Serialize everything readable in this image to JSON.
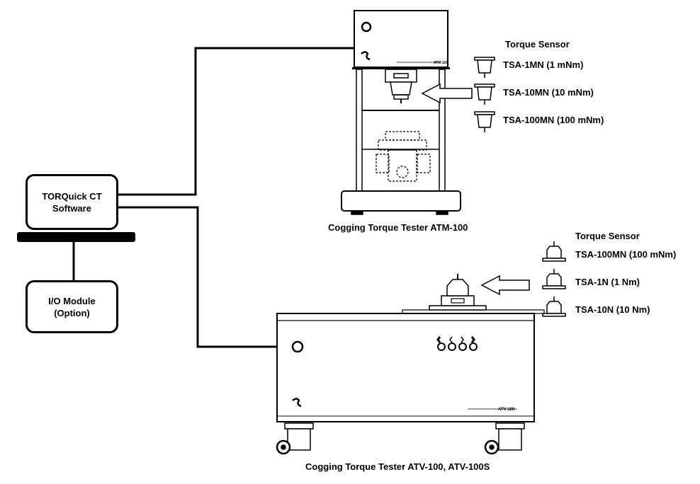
{
  "software": {
    "line1": "TORQuick CT",
    "line2": "Software"
  },
  "io_module": {
    "line1": "I/O Module",
    "line2": "(Option)"
  },
  "atm": {
    "caption": "Cogging Torque Tester ATM-100",
    "panel_text": "ATM-100",
    "sensor_title": "Torque Sensor",
    "sensors": [
      "TSA-1MN  (1 mNm)",
      "TSA-10MN  (10 mNm)",
      "TSA-100MN  (100 mNm)"
    ]
  },
  "atv": {
    "caption": "Cogging Torque Tester ATV-100, ATV-100S",
    "panel_text": "ATV-100",
    "sensor_title": "Torque Sensor",
    "sensors": [
      "TSA-100MN  (100 mNm)",
      "TSA-1N  (1 Nm)",
      "TSA-10N  (10 Nm)"
    ]
  }
}
